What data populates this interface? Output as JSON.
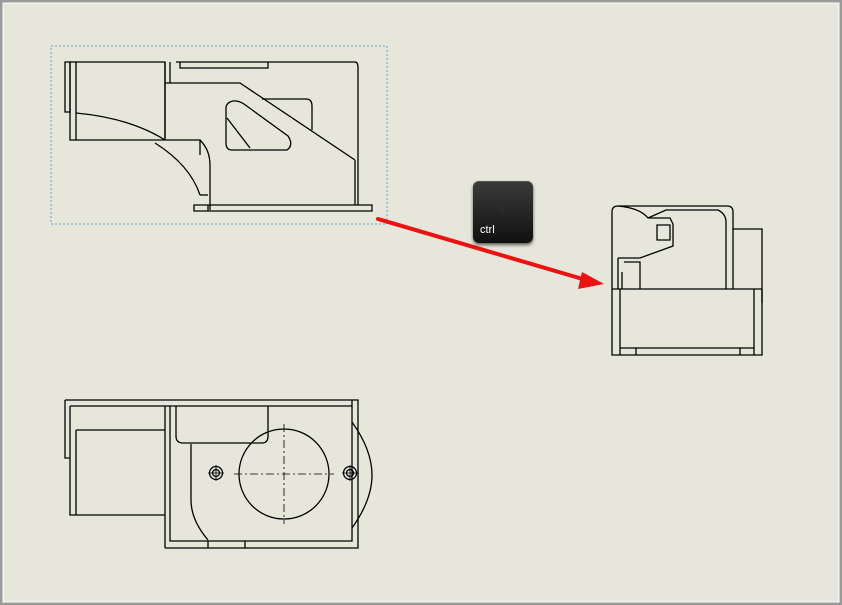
{
  "canvas": {
    "background": "#e6e6da",
    "border": "#9a9a9a",
    "line_color": "#000000",
    "selection_color": "#4a90d9"
  },
  "views": [
    {
      "name": "front-view",
      "selected": true
    },
    {
      "name": "side-view",
      "selected": false
    },
    {
      "name": "top-view",
      "selected": false
    }
  ],
  "drag_arrow": {
    "color": "#ee1111",
    "direction": "right"
  },
  "key_hint": {
    "label": "ctrl"
  }
}
